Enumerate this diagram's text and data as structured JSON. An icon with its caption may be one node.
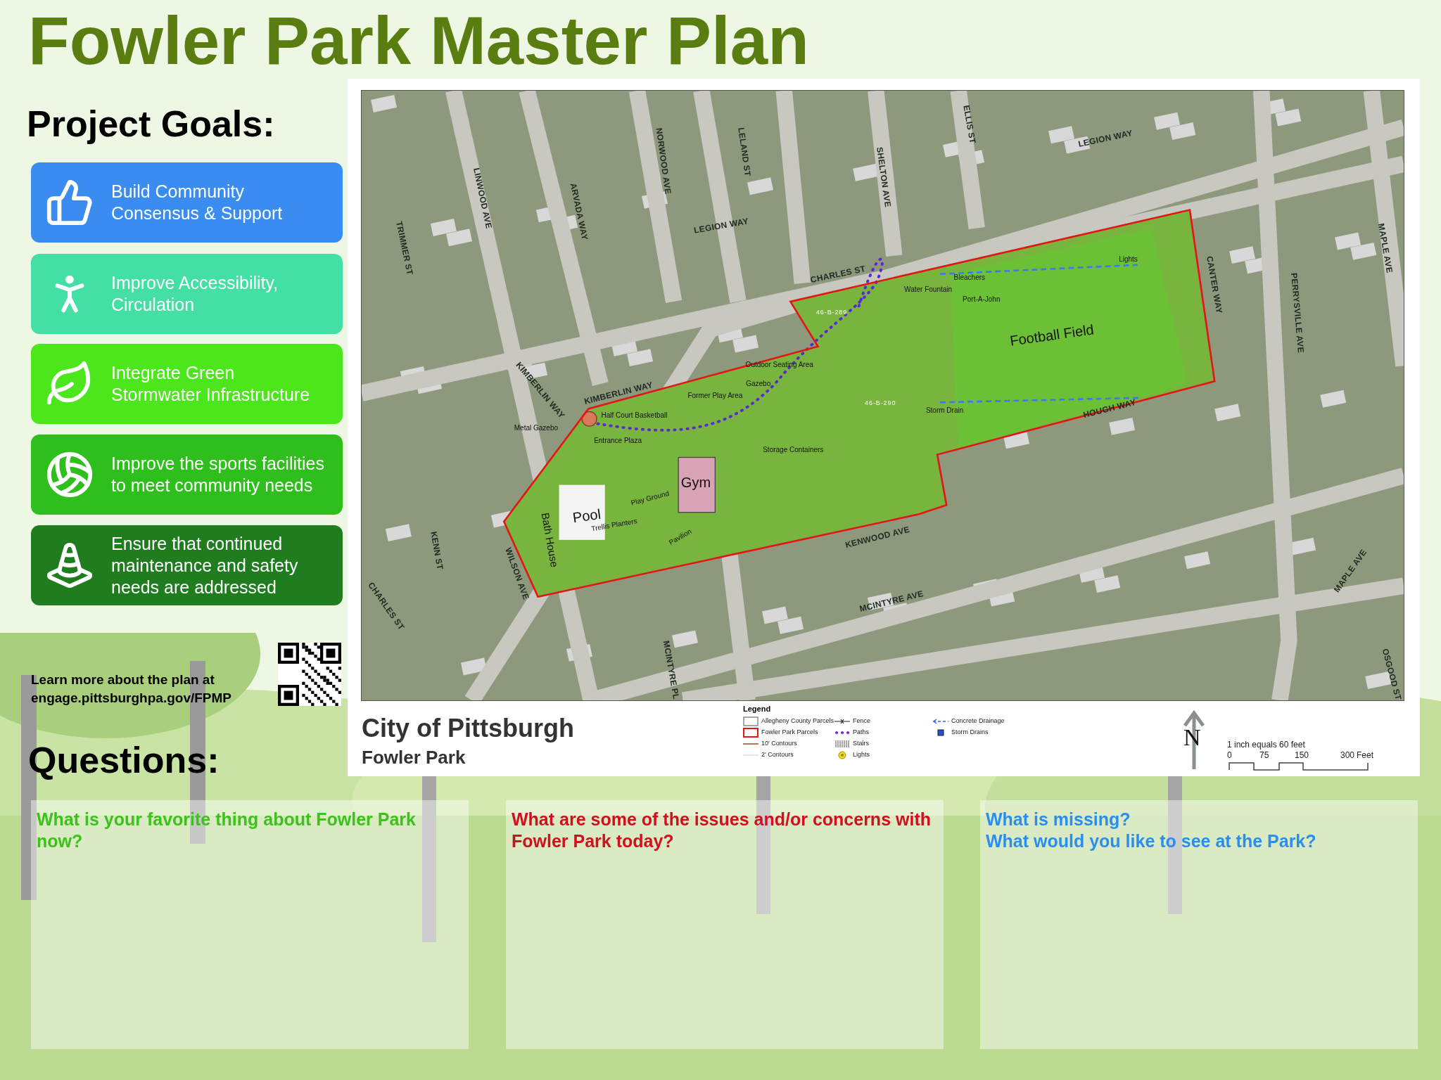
{
  "diagram": {
    "title": "Fowler Park Master Plan",
    "nodes": [
      {
        "text": [
          "Build Community Consensus & Support"
        ]
      },
      {
        "text": [
          "Improve Accessibility, Circulation"
        ]
      },
      {
        "text": [
          "Integrate Green Stormwater Infrastructure"
        ]
      },
      {
        "text": [
          "Improve the sports facilities to meet community needs"
        ]
      },
      {
        "text": [
          "Ensure that continued maintenance and safety needs are addressed"
        ]
      },
      {
        "text": [
          "What is your favorite thing about Fowler Park now?"
        ]
      },
      {
        "text": [
          "What are some of the issues and/or concerns with Fowler Park today?"
        ]
      },
      {
        "text": [
          "What is missing?",
          "What would you like to see at the Park?"
        ]
      }
    ],
    "labels": [
      "Project Goals:",
      "Learn more about the plan at engage.pittsburghpa.gov/FPMP",
      "Questions:",
      "TRIMMER ST",
      "LINWOOD AVE",
      "ARVADA WAY",
      "NORWOOD AVE",
      "LELAND ST",
      "LEGION WAY",
      "SHELTON AVE",
      "ELLIS ST",
      "LEGION WAY",
      "CHARLES ST",
      "CANTER WAY",
      "PERRYSVILLE AVE",
      "MAPLE AVE",
      "KIMBERLIN WAY",
      "KIMBERLIN WAY",
      "HOUGH WAY",
      "KENWOOD AVE",
      "MCINTYRE AVE",
      "MCINTYRE PL",
      "WILSON AVE",
      "KENN ST",
      "CHARLES ST",
      "MAPLE AVE",
      "OSGOOD ST",
      "Football Field",
      "Bleachers",
      "Water Fountain",
      "Port-A-John",
      "Lights",
      "Storm Drain",
      "Outdoor Seating Area",
      "Gazebo",
      "Former Play Area",
      "Half Court Basketball",
      "Entrance Plaza",
      "Metal Gazebo",
      "Storage Containers",
      "Gym",
      "Pool",
      "Bath House",
      "Play Ground",
      "Trellis Planters",
      "Pavilion",
      "46-B-289",
      "46-B-290",
      "City of Pittsburgh",
      "Fowler Park",
      "Legend",
      "N",
      "1 inch equals 60 feet",
      "0",
      "75",
      "150",
      "300",
      "Feet"
    ],
    "legend": [
      {
        "text": "Allegheny County Parcels"
      },
      {
        "text": "Fowler Park Parcels"
      },
      {
        "text": "10' Contours"
      },
      {
        "text": "2' Contours"
      },
      {
        "text": "Fence"
      },
      {
        "text": "Paths"
      },
      {
        "text": "Stairs"
      },
      {
        "text": "Lights"
      },
      {
        "text": "Concrete Drainage"
      },
      {
        "text": "Storm Drains"
      }
    ]
  }
}
